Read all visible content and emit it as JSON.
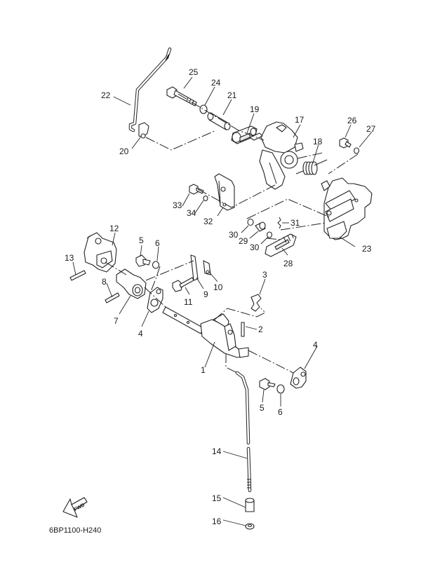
{
  "diagram": {
    "title_code": "6BP1100-H240",
    "fwd_arrow_text": "FWD",
    "callouts": [
      {
        "id": "c1",
        "number": "1"
      },
      {
        "id": "c2",
        "number": "2"
      },
      {
        "id": "c3",
        "number": "3"
      },
      {
        "id": "c4a",
        "number": "4"
      },
      {
        "id": "c4b",
        "number": "4"
      },
      {
        "id": "c5a",
        "number": "5"
      },
      {
        "id": "c5b",
        "number": "5"
      },
      {
        "id": "c6a",
        "number": "6"
      },
      {
        "id": "c6b",
        "number": "6"
      },
      {
        "id": "c7",
        "number": "7"
      },
      {
        "id": "c8",
        "number": "8"
      },
      {
        "id": "c9",
        "number": "9"
      },
      {
        "id": "c10",
        "number": "10"
      },
      {
        "id": "c11",
        "number": "11"
      },
      {
        "id": "c12",
        "number": "12"
      },
      {
        "id": "c13",
        "number": "13"
      },
      {
        "id": "c14",
        "number": "14"
      },
      {
        "id": "c15",
        "number": "15"
      },
      {
        "id": "c16",
        "number": "16"
      },
      {
        "id": "c17",
        "number": "17"
      },
      {
        "id": "c18",
        "number": "18"
      },
      {
        "id": "c19",
        "number": "19"
      },
      {
        "id": "c20",
        "number": "20"
      },
      {
        "id": "c21",
        "number": "21"
      },
      {
        "id": "c22",
        "number": "22"
      },
      {
        "id": "c23",
        "number": "23"
      },
      {
        "id": "c24",
        "number": "24"
      },
      {
        "id": "c25",
        "number": "25"
      },
      {
        "id": "c26",
        "number": "26"
      },
      {
        "id": "c27",
        "number": "27"
      },
      {
        "id": "c28",
        "number": "28"
      },
      {
        "id": "c29",
        "number": "29"
      },
      {
        "id": "c30a",
        "number": "30"
      },
      {
        "id": "c30b",
        "number": "30"
      },
      {
        "id": "c31",
        "number": "31"
      },
      {
        "id": "c32",
        "number": "32"
      },
      {
        "id": "c33",
        "number": "33"
      },
      {
        "id": "c34",
        "number": "34"
      }
    ]
  }
}
